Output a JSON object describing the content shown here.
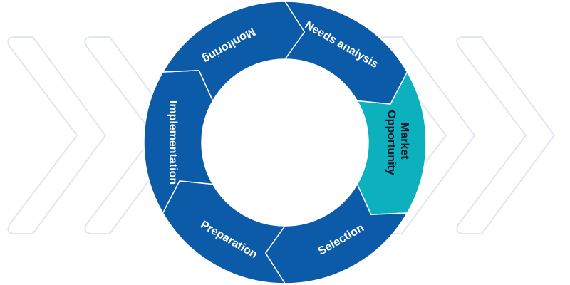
{
  "diagram": {
    "segments": [
      {
        "id": "needs-analysis",
        "label": "Needs analysis",
        "highlight": false
      },
      {
        "id": "market-opportunity",
        "label_lines": [
          "Market",
          "Opportunity"
        ],
        "highlight": true
      },
      {
        "id": "selection",
        "label": "Selection",
        "highlight": false
      },
      {
        "id": "preparation",
        "label": "Preparation",
        "highlight": false
      },
      {
        "id": "implementation",
        "label": "Implementation",
        "highlight": false
      },
      {
        "id": "monitoring",
        "label": "Monitoring",
        "highlight": false
      }
    ]
  },
  "colors": {
    "segment": "#0b5ba8",
    "highlight": "#0db1be",
    "segment_text": "#ffffff",
    "highlight_text": "#0b1a2e",
    "segment_border": "#ffffff",
    "chevron_outline": "#dfe6f1"
  }
}
